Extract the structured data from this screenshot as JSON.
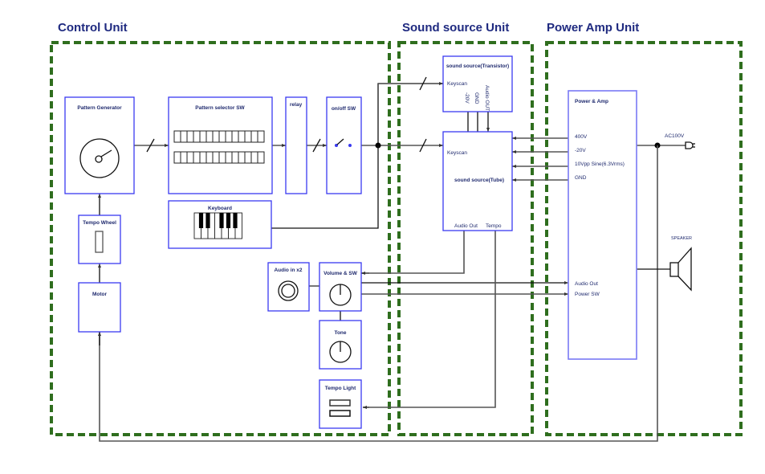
{
  "diagram": {
    "units": [
      {
        "id": "control",
        "title": "Control Unit"
      },
      {
        "id": "sound",
        "title": "Sound source Unit"
      },
      {
        "id": "power",
        "title": "Power Amp Unit"
      }
    ],
    "blocks": {
      "pattern_generator": {
        "title": "Pattern Generator"
      },
      "pattern_selector": {
        "title": "Pattern selector SW"
      },
      "relay": {
        "title": "relay"
      },
      "onoff_sw": {
        "title": "on/off SW"
      },
      "keyboard": {
        "title": "Keyboard"
      },
      "tempo_wheel": {
        "title": "Tempo Wheel"
      },
      "motor": {
        "title": "Motor"
      },
      "audio_in": {
        "title": "Audio in x2"
      },
      "volume_sw": {
        "title": "Volume & SW"
      },
      "tone": {
        "title": "Tone"
      },
      "tempo_light": {
        "title": "Tempo Light"
      },
      "ss_transistor": {
        "title": "sound source(Transistor)",
        "ports": {
          "keyscan": "Keyscan",
          "m20v": "-20V",
          "gnd": "GND",
          "audio_out": "Audio OUT"
        }
      },
      "ss_tube": {
        "title": "sound source(Tube)",
        "ports": {
          "keyscan": "Keyscan",
          "audio_out": "Audio Out",
          "tempo": "Tempo"
        }
      },
      "power_amp": {
        "title": "Power & Amp",
        "ports": {
          "v400": "400V",
          "m20v": "-20V",
          "sine": "10Vpp Sine(6.3Vrms)",
          "gnd": "GND",
          "audio_out": "Audio Out",
          "power_sw": "Power SW"
        }
      }
    },
    "external": {
      "ac": "AC100V",
      "speaker": "SPEAKER"
    },
    "pattern_selector_keys_per_row": 14,
    "keyboard_white_keys": 7
  }
}
